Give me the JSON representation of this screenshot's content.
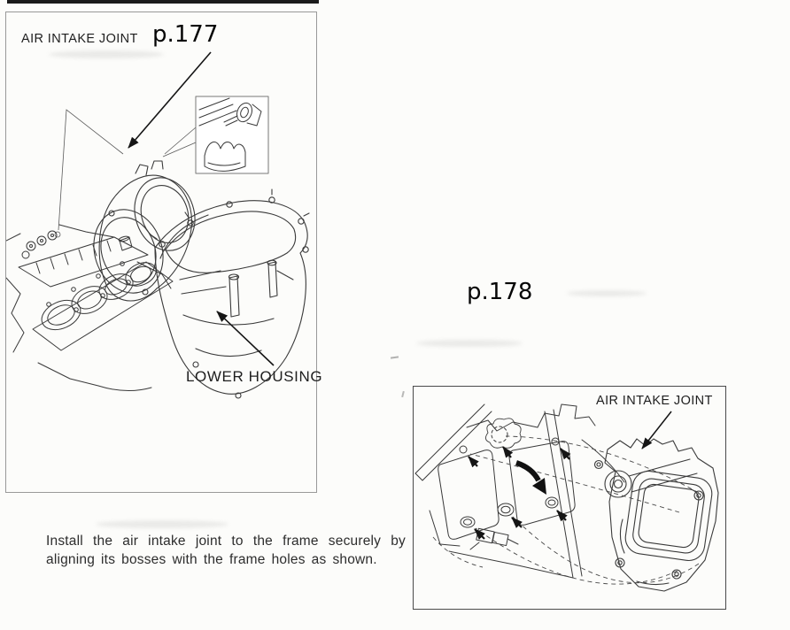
{
  "colors": {
    "paper": "#fcfcfa",
    "ink": "#3a3a3a",
    "text": "#1e1e1e",
    "arrow": "#151515",
    "box_border_light": "#999999",
    "box_border_dark": "#4a4a4a",
    "top_bar": "#1b1b1b"
  },
  "figure_177": {
    "page_ref": "p.177",
    "air_intake_joint_label": "AIR INTAKE JOINT",
    "lower_housing_label": "LOWER HOUSING"
  },
  "figure_178": {
    "page_ref": "p.178",
    "air_intake_joint_label": "AIR INTAKE JOINT"
  },
  "caption": {
    "line1": "Install the air intake joint to the frame securely by",
    "line2": "aligning its bosses with the frame holes as shown."
  }
}
